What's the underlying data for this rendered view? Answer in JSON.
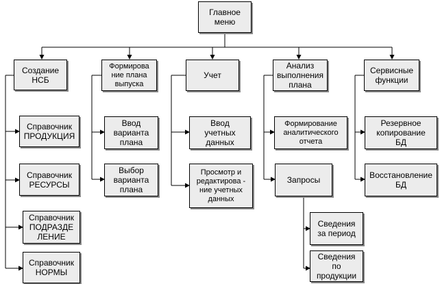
{
  "diagram": {
    "nodes": {
      "main": "Главное\nменю",
      "nsb": "Создание\nНСБ",
      "plan": "Формирова\nние плана\nвыпуска",
      "uchet": "Учет",
      "analiz": "Анализ\nвыполнения\nплана",
      "service": "Сервисные\nфункции",
      "sprav_prod": "Справочник\nПРОДУКЦИЯ",
      "sprav_res": "Справочник\nРЕСУРСЫ",
      "sprav_podr": "Справочник\nПОДРАЗДЕ\nЛЕНИЕ",
      "sprav_norm": "Справочник\nНОРМЫ",
      "vvod_var": "Ввод\nварианта\nплана",
      "vybor_var": "Выбор\nварианта\nплана",
      "vvod_uch": "Ввод\nучетных\nданных",
      "prosmotr": "Просмотр и\nредактирова -\nние учетных\nданных",
      "form_otch": "Формирование\nаналитического\nотчета",
      "zaprosy": "Запросы",
      "sved_period": "Сведения\nза период",
      "sved_prod": "Сведения\nпо\nпродукции",
      "rezerv": "Резервное\nкопирование\nБД",
      "vosst": "Восстановление\nБД"
    },
    "colors": {
      "box_fill": "#ececec",
      "box_shadow": "#8a8a8a",
      "line": "#000000"
    }
  }
}
